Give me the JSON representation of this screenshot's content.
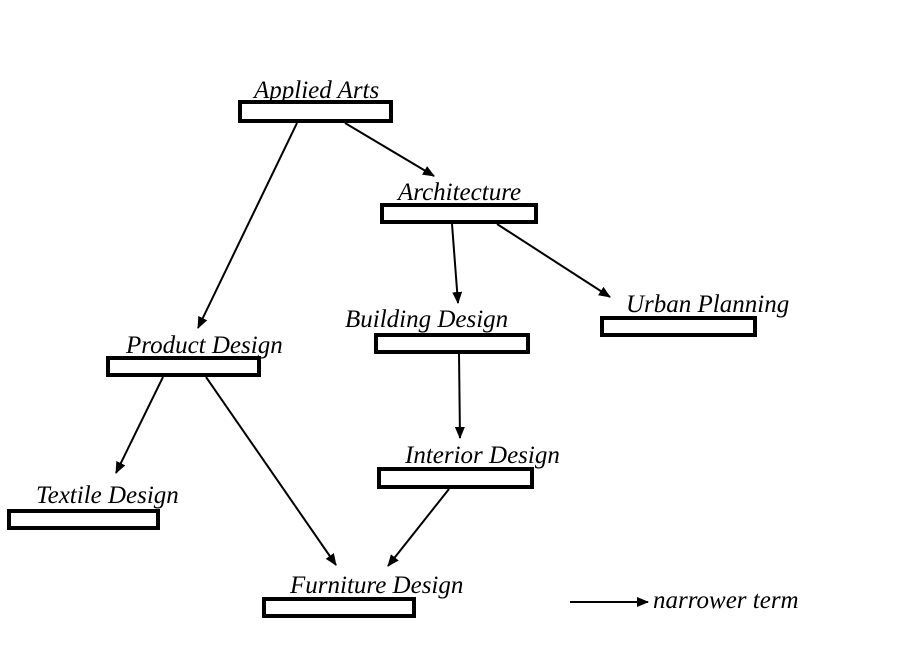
{
  "nodes": {
    "applied_arts": "Applied Arts",
    "architecture": "Architecture",
    "urban_planning": "Urban Planning",
    "building_design": "Building Design",
    "product_design": "Product Design",
    "interior_design": "Interior Design",
    "textile_design": "Textile Design",
    "furniture_design": "Furniture Design"
  },
  "legend": {
    "narrower_term": "narrower term"
  }
}
